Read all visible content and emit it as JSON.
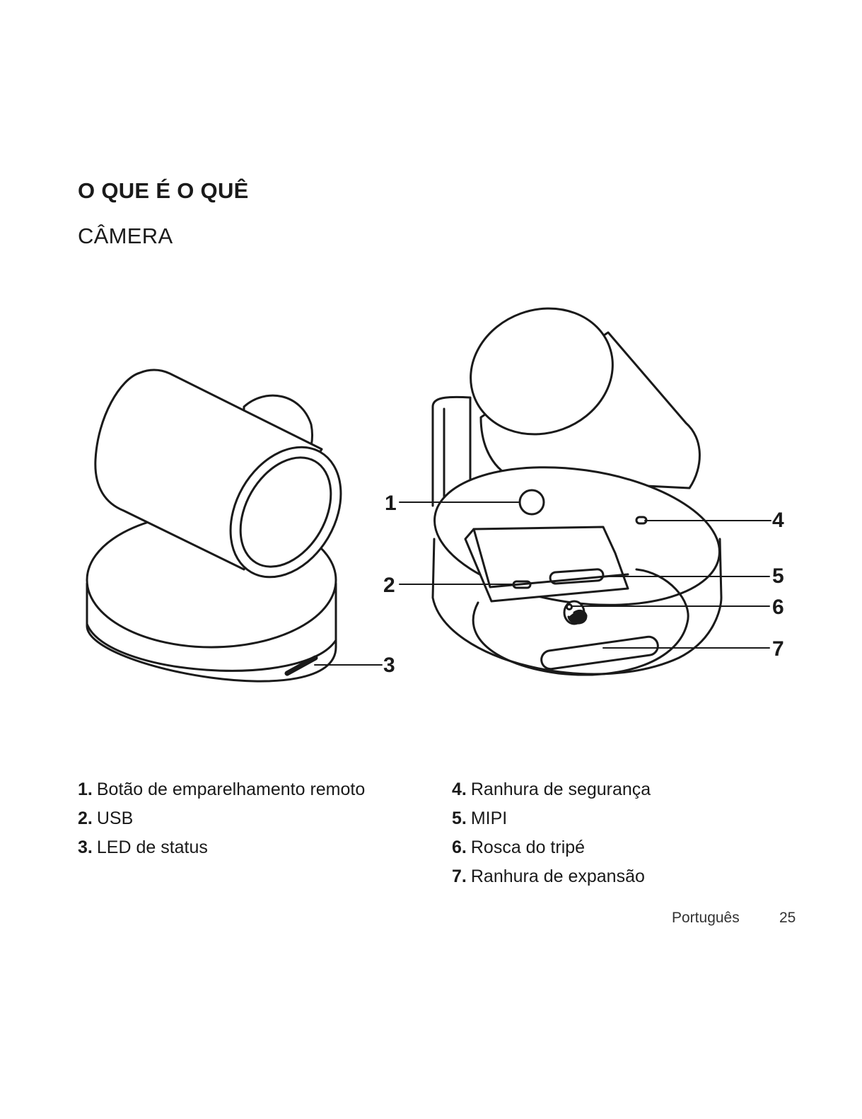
{
  "page": {
    "title": "O QUE É O QUÊ",
    "subtitle": "CÂMERA"
  },
  "figure": {
    "callouts": [
      "1",
      "2",
      "3",
      "4",
      "5",
      "6",
      "7"
    ]
  },
  "legend": {
    "left": [
      {
        "num": "1.",
        "text": "Botão de emparelhamento remoto"
      },
      {
        "num": "2.",
        "text": "USB"
      },
      {
        "num": "3.",
        "text": "LED de status"
      }
    ],
    "right": [
      {
        "num": "4.",
        "text": "Ranhura de segurança"
      },
      {
        "num": "5.",
        "text": "MIPI"
      },
      {
        "num": "6.",
        "text": "Rosca do tripé"
      },
      {
        "num": "7.",
        "text": "Ranhura de expansão"
      }
    ]
  },
  "footer": {
    "language": "Português",
    "page_number": "25"
  }
}
